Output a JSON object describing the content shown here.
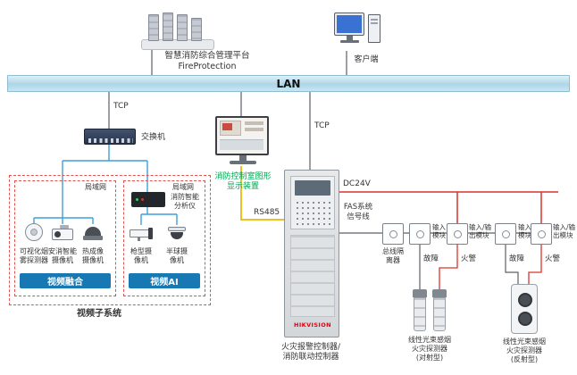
{
  "colors": {
    "lan_bar": "#bfe0ee",
    "dashed_box": "#e0524e",
    "section_bar_blue": "#1878b4",
    "rs485_line": "#f0c020",
    "dc24v_line": "#d9342b",
    "network_line": "#5a5f66",
    "video_line": "#3f9fd8",
    "brand_red": "#e60012",
    "display_label_green": "#00a651"
  },
  "icons": {
    "server-cluster-icon": "css-shape",
    "client-workstation-icon": "css-shape",
    "ethernet-switch-icon": "css-shape",
    "control-room-display-icon": "css-shape",
    "fire-alarm-controller-cabinet": "css-shape",
    "smoke-detector-icon": "css-shape",
    "smart-camera-icon": "css-shape",
    "thermal-camera-icon": "css-shape",
    "bullet-camera-icon": "css-shape",
    "dome-camera-icon": "css-shape",
    "fire-analyzer-icon": "css-shape",
    "bus-isolator-module": "css-shape",
    "io-module": "css-shape",
    "beam-detector-emitter-icon": "css-shape",
    "beam-detector-reflective-icon": "css-shape"
  },
  "top": {
    "platform_label": [
      "智慧消防综合管理平台",
      "FireProtection"
    ],
    "client_label": "客户端"
  },
  "lan_label": "LAN",
  "links": {
    "tcp_left": "TCP",
    "tcp_right": "TCP",
    "rs485": "RS485",
    "dc24v": "DC24V",
    "fas": [
      "FAS系统",
      "信号线"
    ]
  },
  "switch_label": "交换机",
  "display_label": [
    "消防控制室图形",
    "显示装置"
  ],
  "controller": {
    "brand": "HIKVISION",
    "label": [
      "火灾报警控制器/",
      "消防联动控制器"
    ]
  },
  "video_subsystem": {
    "title": "视频子系统",
    "fusion": {
      "lan_label": "局域网",
      "bar_label": "视频融合",
      "devices": [
        [
          "可视化烟",
          "雾探测器"
        ],
        [
          "安消智能",
          "摄像机"
        ],
        [
          "热成像",
          "摄像机"
        ]
      ]
    },
    "ai": {
      "lan_label": "局域网",
      "bar_label": "视频AI",
      "analyzer_label": [
        "消防智能",
        "分析仪"
      ],
      "devices": [
        [
          "枪型摄",
          "像机"
        ],
        [
          "半球摄",
          "像机"
        ]
      ]
    }
  },
  "modules": {
    "isolator_label": [
      "总线隔",
      "离器"
    ],
    "labels": [
      [
        "输入",
        "模块"
      ],
      [
        "输入/输",
        "出模块"
      ],
      [
        "输入",
        "模块"
      ],
      [
        "输入/输",
        "出模块"
      ]
    ],
    "status": [
      "故障",
      "火警",
      "故障",
      "火警"
    ]
  },
  "detectors": {
    "left_label": [
      "线性光束感烟",
      "火灾探测器",
      "(对射型)"
    ],
    "right_label": [
      "线性光束感烟",
      "火灾探测器",
      "(反射型)"
    ]
  }
}
